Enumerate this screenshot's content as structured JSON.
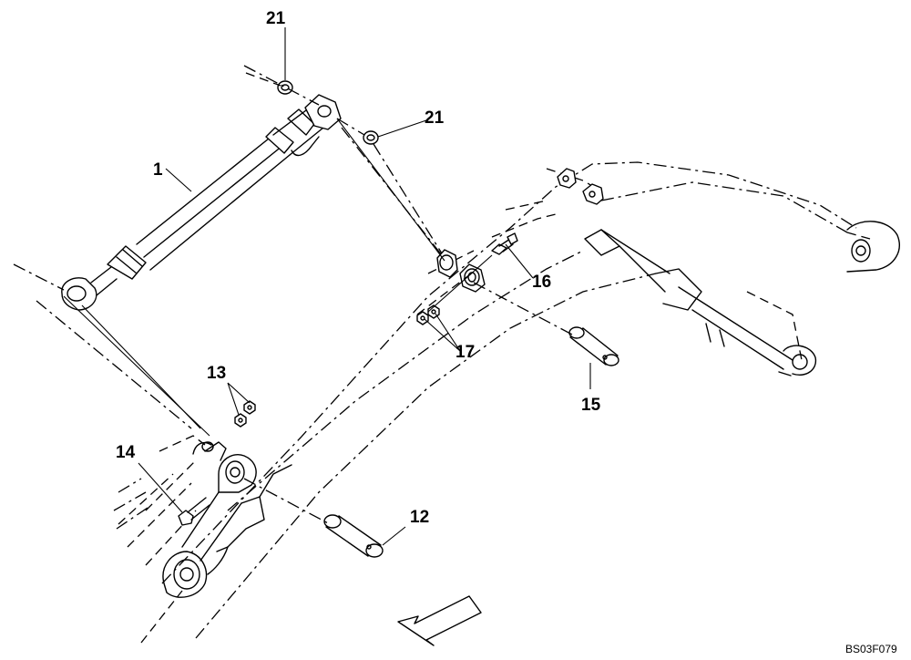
{
  "callouts": {
    "c1": "1",
    "c21a": "21",
    "c21b": "21",
    "c16": "16",
    "c17": "17",
    "c15": "15",
    "c13": "13",
    "c14": "14",
    "c12": "12"
  },
  "drawing_code": "BS03F079"
}
